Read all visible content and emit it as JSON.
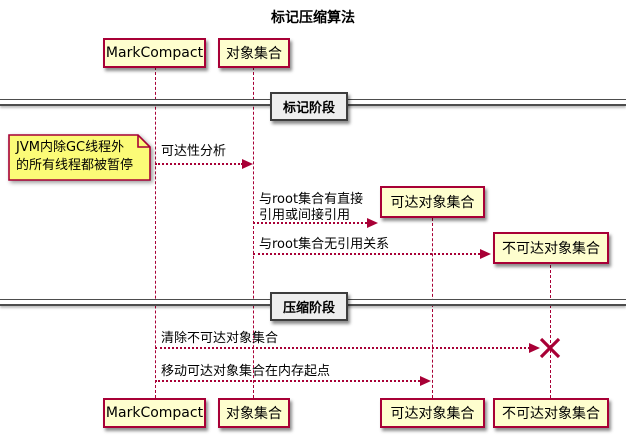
{
  "title": "标记压缩算法",
  "participants": [
    {
      "label": "MarkCompact"
    },
    {
      "label": "对象集合"
    },
    {
      "label": "可达对象集合"
    },
    {
      "label": "不可达对象集合"
    }
  ],
  "dividers": [
    {
      "label": "标记阶段"
    },
    {
      "label": "压缩阶段"
    }
  ],
  "note": {
    "lines": [
      "JVM内除GC线程外",
      "的所有线程都被暂停"
    ]
  },
  "messages": [
    {
      "from": "MarkCompact",
      "to": "对象集合",
      "lines": [
        "可达性分析"
      ]
    },
    {
      "from": "对象集合",
      "to": "可达对象集合",
      "lines": [
        "与root集合有直接",
        "引用或间接引用"
      ]
    },
    {
      "from": "对象集合",
      "to": "不可达对象集合",
      "lines": [
        "与root集合无引用关系"
      ]
    },
    {
      "from": "MarkCompact",
      "to": "不可达对象集合",
      "lines": [
        "清除不可达对象集合"
      ],
      "end": "destroy"
    },
    {
      "from": "MarkCompact",
      "to": "可达对象集合",
      "lines": [
        "移动可达对象集合在内存起点"
      ]
    }
  ],
  "colors": {
    "participant_fill": "#FEFECE",
    "note_fill": "#FBFB77",
    "line_color": "#A80036",
    "divider_fill": "#EEEEEE"
  }
}
